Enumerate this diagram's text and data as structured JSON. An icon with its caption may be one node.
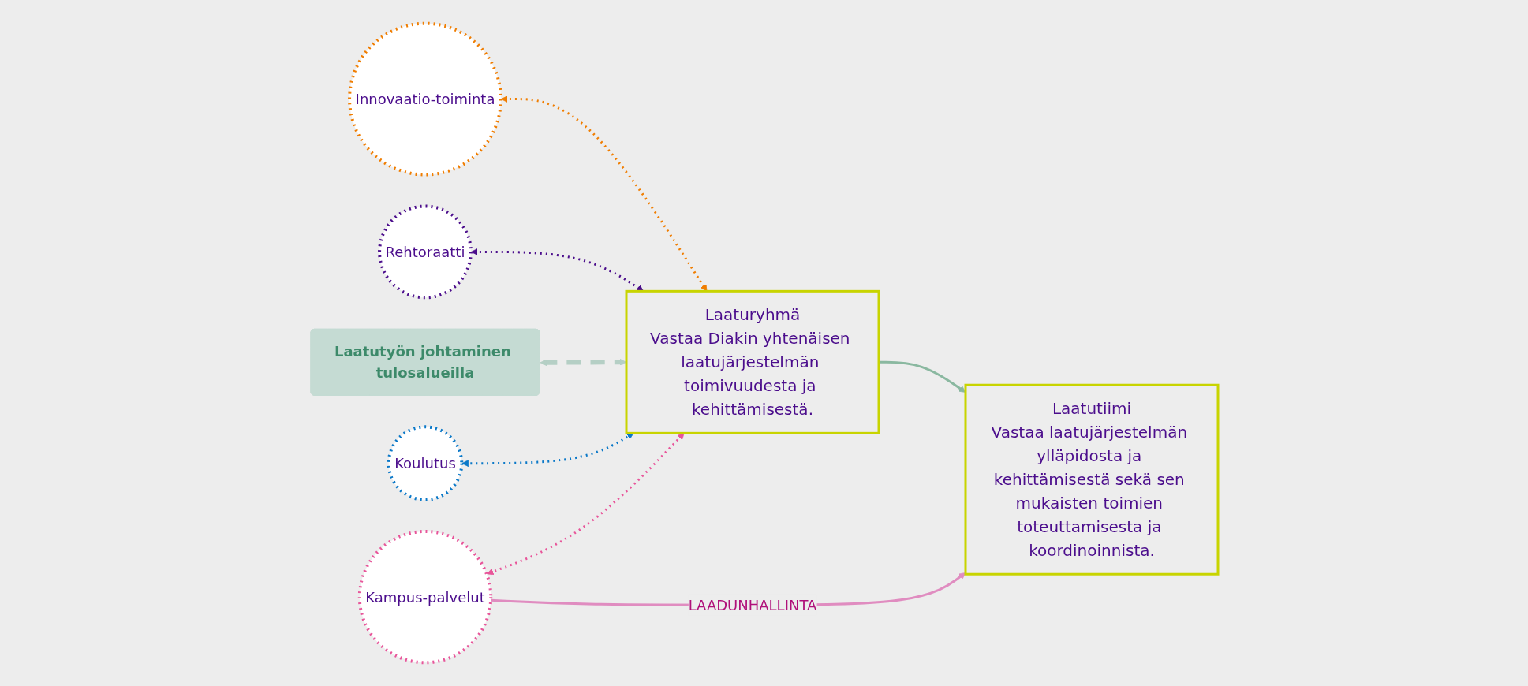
{
  "diagram": {
    "nodes": [
      {
        "text": [
          "Laatutyön johtaminen tulosalueilla"
        ]
      },
      {
        "text": [
          "Rehtoraatti"
        ]
      },
      {
        "text": [
          "Innovaatio-toiminta"
        ]
      },
      {
        "text": [
          "Koulutus"
        ]
      },
      {
        "text": [
          "Kampus-palvelut"
        ]
      },
      {
        "text": [
          "Laaturyhmä",
          "Vastaa Diakin yhtenäisen laatujärjestelmän toimivuudesta ja kehittämisestä."
        ]
      },
      {
        "text": [
          "Laatutiimi",
          "Vastaa laatujärjestelmän ylläpidosta ja kehittämisestä sekä sen mukaisten toimien toteuttamisesta ja koordinoinnista."
        ]
      }
    ],
    "edges": [
      {
        "from": 2,
        "to": 5,
        "arrow": "both",
        "style": "dashed",
        "color": "#f07d00"
      },
      {
        "from": 1,
        "to": 5,
        "arrow": "both",
        "style": "dashed",
        "color": "#4b0d8c"
      },
      {
        "from": 0,
        "to": 5,
        "arrow": "both",
        "style": "dashed",
        "color": "#b5cfc5"
      },
      {
        "from": 3,
        "to": 5,
        "arrow": "both",
        "style": "dashed",
        "color": "#0a78c8"
      },
      {
        "from": 4,
        "to": 5,
        "arrow": "both",
        "style": "dashed",
        "color": "#e8559a"
      },
      {
        "from": 5,
        "to": 6,
        "arrow": "to",
        "color": "#8ab8a0"
      },
      {
        "from": 4,
        "to": 6,
        "arrow": "to",
        "label": "LAADUNHALLINTA",
        "color": "#e08cc0"
      }
    ]
  }
}
